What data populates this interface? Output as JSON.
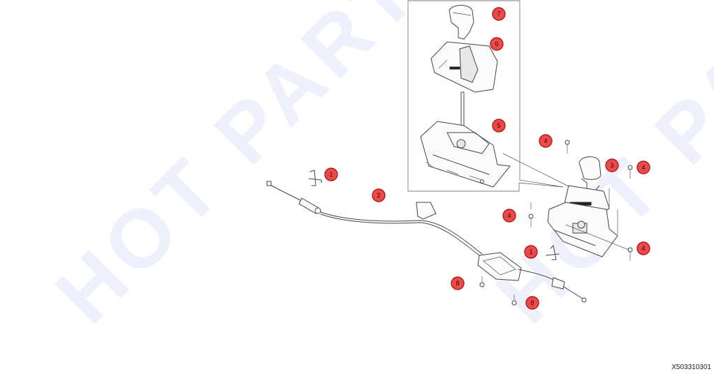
{
  "watermark": "HOT PARTS",
  "diagram_code": "X503310301",
  "callouts": [
    {
      "id": "c7",
      "label": "7"
    },
    {
      "id": "c6",
      "label": "6"
    },
    {
      "id": "c5",
      "label": "5"
    },
    {
      "id": "c4a",
      "label": "4"
    },
    {
      "id": "c3",
      "label": "3"
    },
    {
      "id": "c4b",
      "label": "4"
    },
    {
      "id": "c1a",
      "label": "1"
    },
    {
      "id": "c2",
      "label": "2"
    },
    {
      "id": "c4c",
      "label": "4"
    },
    {
      "id": "c1b",
      "label": "1"
    },
    {
      "id": "c4d",
      "label": "4"
    },
    {
      "id": "c8a",
      "label": "8"
    },
    {
      "id": "c8b",
      "label": "8"
    }
  ]
}
